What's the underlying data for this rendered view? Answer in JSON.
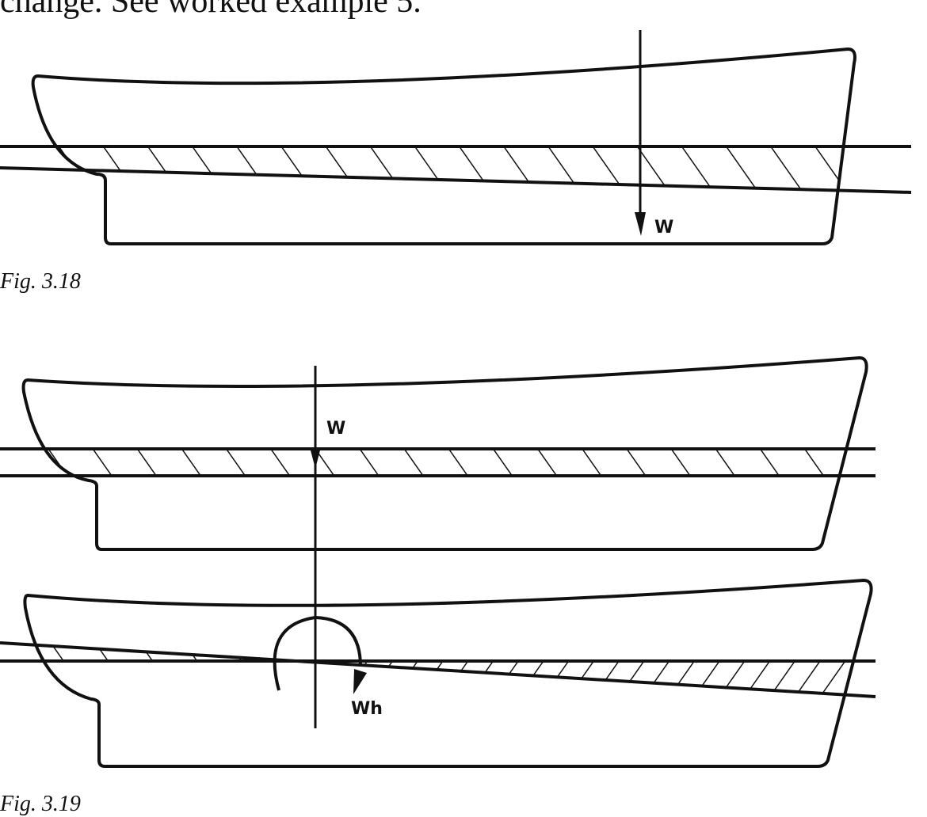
{
  "intro_text": "change. See worked example 5.",
  "figures": [
    {
      "caption": "Fig. 3.18",
      "labels": {
        "weight": "W"
      }
    },
    {
      "caption": "Fig. 3.19",
      "labels": {
        "weight": "W",
        "moment": "Wh"
      }
    }
  ],
  "colors": {
    "ink": "#111111",
    "paper": "#ffffff"
  }
}
